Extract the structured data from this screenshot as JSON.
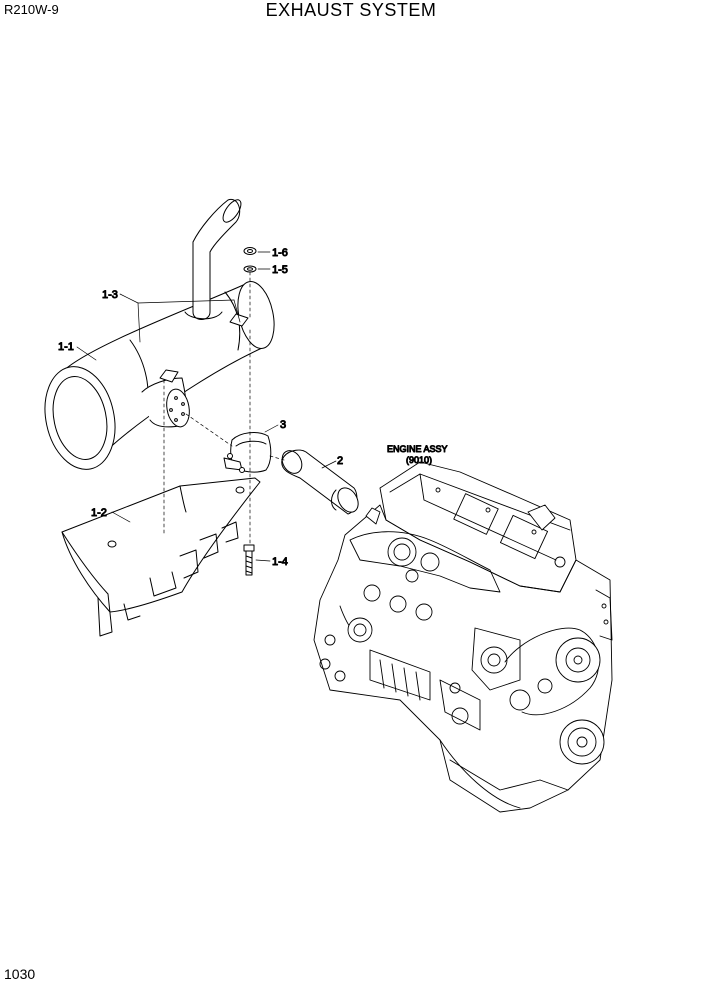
{
  "header": {
    "model": "R210W-9",
    "title": "EXHAUST SYSTEM"
  },
  "footer": {
    "page_number": "1030"
  },
  "callouts": {
    "p1_1": "1-1",
    "p1_2": "1-2",
    "p1_3": "1-3",
    "p1_4": "1-4",
    "p1_5": "1-5",
    "p1_6": "1-6",
    "p2": "2",
    "p3": "3"
  },
  "engine_ref": {
    "name": "ENGINE ASSY",
    "code": "(9010)"
  }
}
